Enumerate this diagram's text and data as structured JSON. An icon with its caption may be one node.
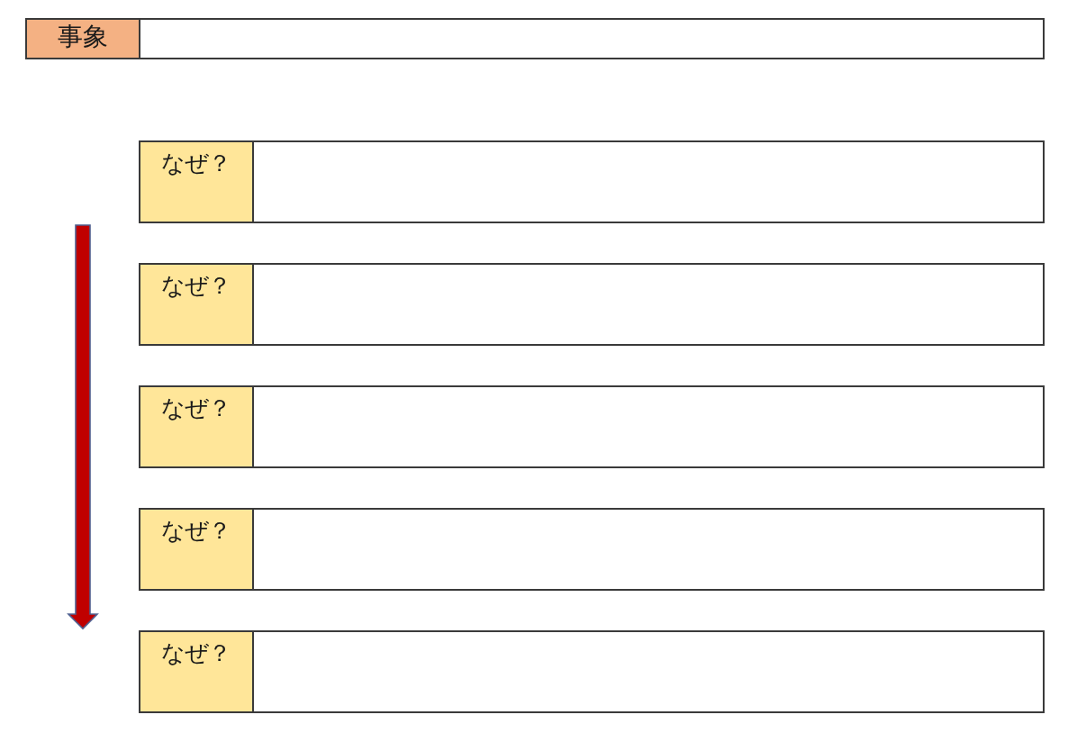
{
  "diagram": {
    "nodes": [
      {
        "text": [
          "事象"
        ]
      },
      {
        "text": [],
        "shape": "box"
      },
      {
        "text": [
          "なぜ？"
        ]
      },
      {
        "text": [],
        "shape": "box"
      },
      {
        "text": [
          "なぜ？"
        ]
      },
      {
        "text": [],
        "shape": "box"
      },
      {
        "text": [
          "なぜ？"
        ]
      },
      {
        "text": [],
        "shape": "box"
      },
      {
        "text": [
          "なぜ？"
        ]
      },
      {
        "text": [],
        "shape": "box"
      },
      {
        "text": [
          "なぜ？"
        ]
      },
      {
        "text": [],
        "shape": "box"
      }
    ]
  }
}
